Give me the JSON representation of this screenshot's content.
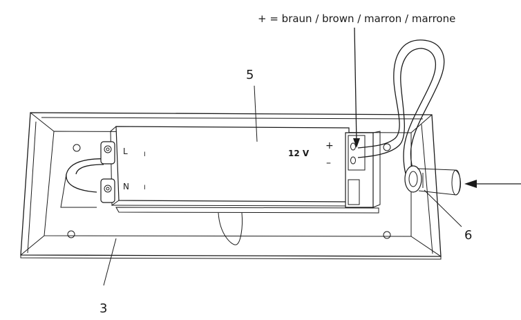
{
  "wire_note": "+ = braun / brown / marron / marrone",
  "callouts": {
    "driver": "5",
    "housing": "3",
    "cable": "6"
  },
  "terminal_labels": {
    "live": "L",
    "neutral": "N",
    "live_mark": "I",
    "neutral_mark": "I"
  },
  "output": {
    "voltage": "12 V",
    "plus": "+",
    "minus": "–"
  }
}
